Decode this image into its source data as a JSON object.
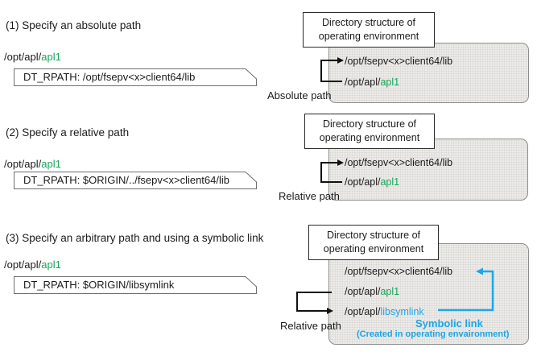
{
  "palette": {
    "green": "#17a65a",
    "cyan": "#1aa7e8",
    "env_box_fill": "#ecebe9",
    "env_box_border": "#8d8d8d",
    "text": "#1b1b1b"
  },
  "dir_box": {
    "line1": "Directory structure of",
    "line2": "operating environment"
  },
  "sections": [
    {
      "title": "(1) Specify an absolute path",
      "app_path_prefix": "/opt/apl/",
      "app_name": "apl1",
      "rpath": "DT_RPATH: /opt/fsepv<x>client64/lib",
      "path_type_label": "Absolute path",
      "dir_entries": {
        "lib": "/opt/fsepv<x>client64/lib",
        "app_prefix": "/opt/apl/",
        "app_name": "apl1"
      }
    },
    {
      "title": "(2) Specify a relative path",
      "app_path_prefix": "/opt/apl/",
      "app_name": "apl1",
      "rpath": "DT_RPATH: $ORIGIN/../fsepv<x>client64/lib",
      "path_type_label": "Relative path",
      "dir_entries": {
        "lib": "/opt/fsepv<x>client64/lib",
        "app_prefix": "/opt/apl/",
        "app_name": "apl1"
      }
    },
    {
      "title": "(3) Specify an arbitrary path and using a symbolic link",
      "app_path_prefix": "/opt/apl/",
      "app_name": "apl1",
      "rpath": "DT_RPATH: $ORIGIN/libsymlink",
      "path_type_label": "Relative path",
      "dir_entries": {
        "lib": "/opt/fsepv<x>client64/lib",
        "app_prefix": "/opt/apl/",
        "app_name": "apl1",
        "symlink_prefix": "/opt/apl/",
        "symlink_name": "libsymlink"
      },
      "symlink_caption": "Symbolic link",
      "symlink_subcaption": "(Created in operating envaironment)"
    }
  ]
}
